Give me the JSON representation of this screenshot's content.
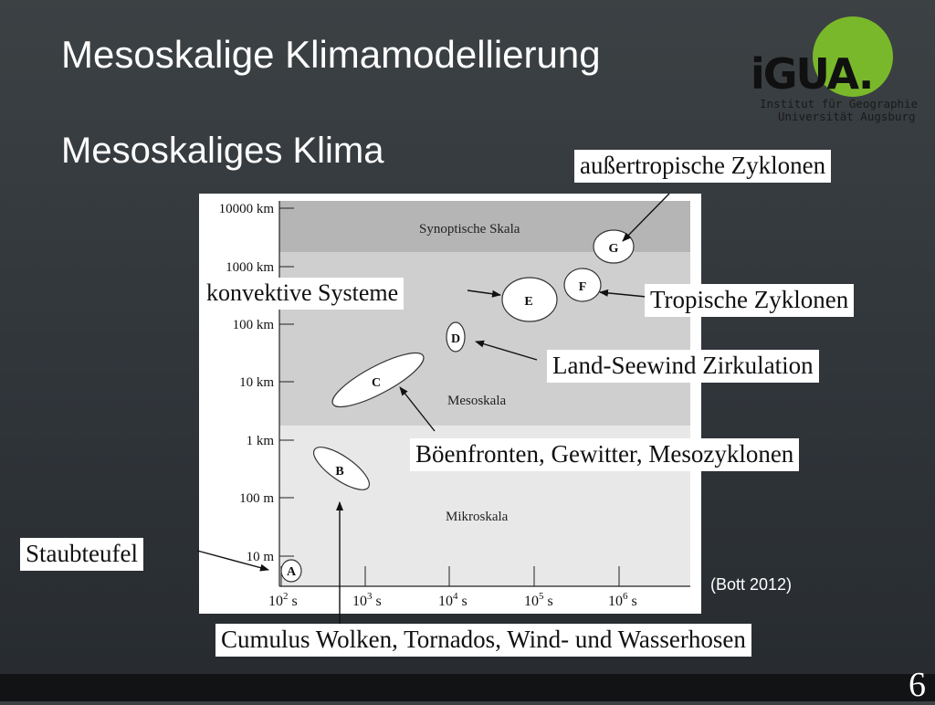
{
  "slide": {
    "title": "Mesoskalige Klimamodellierung",
    "subtitle": "Mesoskaliges Klima",
    "source": "(Bott 2012)",
    "page_number": "6",
    "logo": {
      "wordmark": "iGUA.",
      "line1": "Institut für Geographie",
      "line2": "Universität Augsburg",
      "accent_color": "#7ab82b"
    }
  },
  "diagram": {
    "y_axis_labels": [
      "10000 km",
      "1000 km",
      "100 km",
      "10 km",
      "1 km",
      "100 m",
      "10 m"
    ],
    "x_axis_labels": [
      {
        "base": "10",
        "exp": "2",
        "unit": "s"
      },
      {
        "base": "10",
        "exp": "3",
        "unit": "s"
      },
      {
        "base": "10",
        "exp": "4",
        "unit": "s"
      },
      {
        "base": "10",
        "exp": "5",
        "unit": "s"
      },
      {
        "base": "10",
        "exp": "6",
        "unit": "s"
      }
    ],
    "regions": [
      "Synoptische Skala",
      "Mesoskala",
      "Mikroskala"
    ],
    "phenomena": [
      "A",
      "B",
      "C",
      "D",
      "E",
      "F",
      "G"
    ]
  },
  "callouts": {
    "ausser": "außertropische Zyklonen",
    "konvektive": "konvektive Systeme",
    "tropische": "Tropische Zyklonen",
    "landsee": "Land-Seewind Zirkulation",
    "boeen": "Böenfronten, Gewitter, Mesozyklonen",
    "staub": "Staubteufel",
    "cumulus": "Cumulus Wolken, Tornados, Wind- und Wasserhosen"
  }
}
